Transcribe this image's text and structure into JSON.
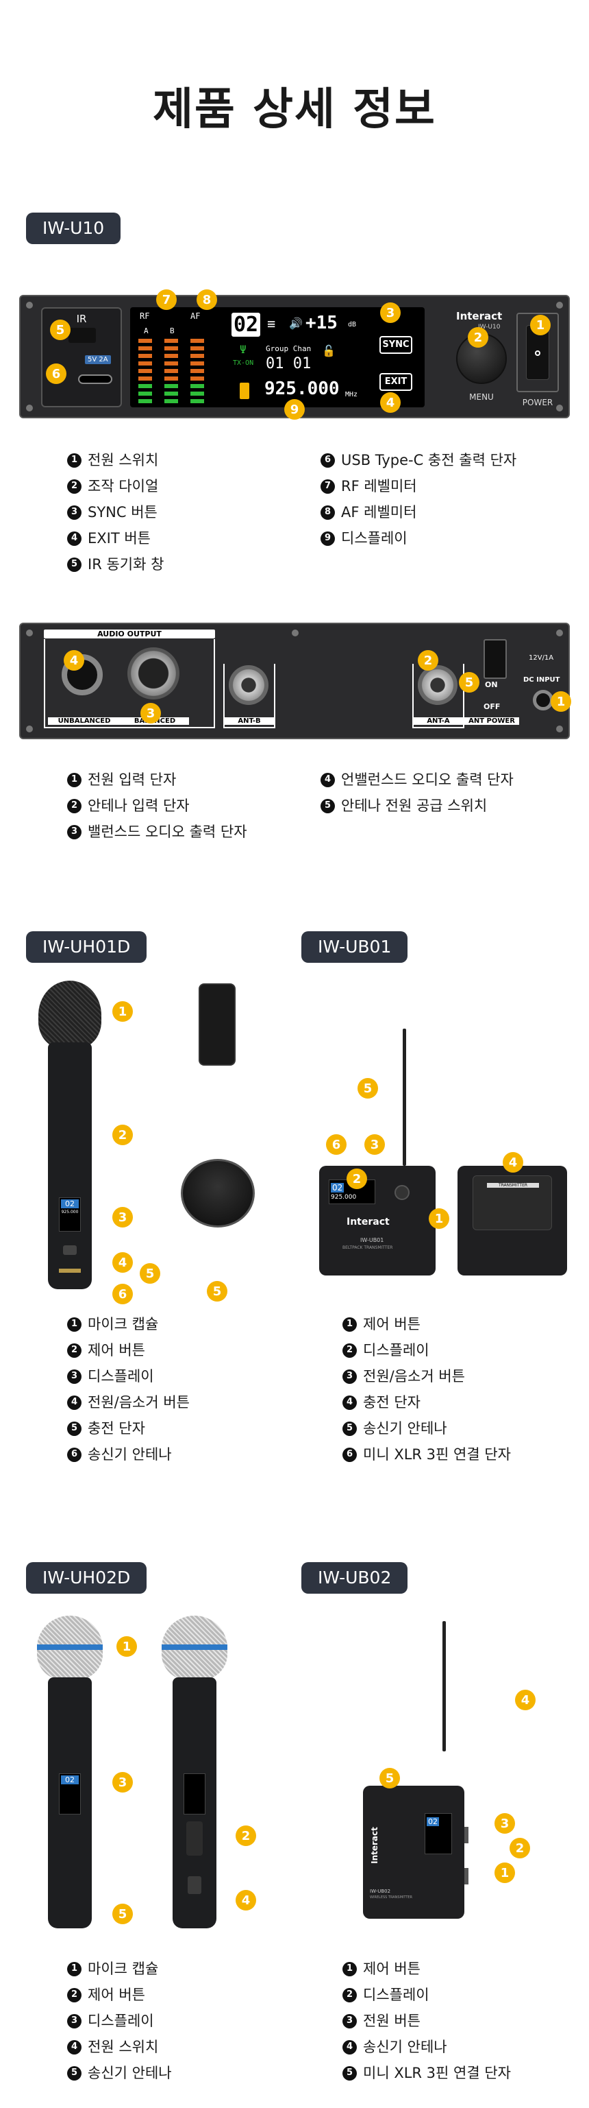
{
  "page_title": "제품 상세 정보",
  "models": {
    "u10": "IW-U10",
    "uh01d": "IW-UH01D",
    "ub01": "IW-UB01",
    "uh02d": "IW-UH02D",
    "ub02": "IW-UB02"
  },
  "front_panel": {
    "ir_label": "IR",
    "rf_label": "RF",
    "af_label": "AF",
    "ch_a": "A",
    "ch_b": "B",
    "channel": "02",
    "level": "+15",
    "level_unit": "dB",
    "group_chan": "Group Chan",
    "group_value": "01 01",
    "tx_on": "TX-ON",
    "frequency": "925.000",
    "freq_unit": "MHz",
    "sync_btn": "SYNC",
    "exit_btn": "EXIT",
    "brand": "Interact",
    "model_small": "IW-U10",
    "menu": "MENU",
    "power": "POWER",
    "usb_label": "5V 2A"
  },
  "front_legend": {
    "left": [
      "전원 스위치",
      "조작 다이얼",
      "SYNC 버튼",
      "EXIT 버튼",
      "IR 동기화 창"
    ],
    "right": [
      "USB Type-C 충전 출력 단자",
      "RF 레벨미터",
      "AF 레벨미터",
      "디스플레이"
    ]
  },
  "rear_panel": {
    "audio_output": "AUDIO OUTPUT",
    "unbalanced": "UNBALANCED",
    "balanced": "BALANCED",
    "ant_b": "ANT-B",
    "ant_a": "ANT-A",
    "ant_power": "ANT POWER",
    "on": "ON",
    "off": "OFF",
    "dc_rating": "12V/1A",
    "dc_input": "DC INPUT"
  },
  "rear_legend": {
    "left": [
      "전원 입력 단자",
      "안테나 입력 단자",
      "밸런스드 오디오 출력 단자"
    ],
    "right": [
      "언밸런스드 오디오 출력 단자",
      "안테나 전원 공급 스위치"
    ]
  },
  "uh01d_legend": [
    "마이크 캡슐",
    "제어 버튼",
    "디스플레이",
    "전원/음소거 버튼",
    "충전 단자",
    "송신기 안테나"
  ],
  "ub01_legend": [
    "제어 버튼",
    "디스플레이",
    "전원/음소거 버튼",
    "충전 단자",
    "송신기 안테나",
    "미니 XLR 3핀 연결 단자"
  ],
  "uh02d_legend": [
    "마이크 캡슐",
    "제어 버튼",
    "디스플레이",
    "전원 스위치",
    "송신기 안테나"
  ],
  "ub02_legend": [
    "제어 버튼",
    "디스플레이",
    "전원 버튼",
    "송신기 안테나",
    "미니 XLR 3핀 연결 단자"
  ],
  "ub01_device": {
    "brand": "Interact",
    "model": "IW-UB01",
    "sub": "BELTPACK TRANSMITTER",
    "display_ch": "02",
    "display_freq": "925.000",
    "back_label": "TRANSMITTER"
  },
  "ub02_device": {
    "brand": "Interact",
    "model": "IW-UB02",
    "sub": "WIRELESS TRANSMITTER",
    "display_ch": "02"
  },
  "mic_display": {
    "ch": "02",
    "freq": "925.000"
  },
  "marker_numbers": [
    "1",
    "2",
    "3",
    "4",
    "5",
    "6",
    "7",
    "8",
    "9"
  ],
  "colors": {
    "marker": "#f5b400",
    "badge": "#2e3440",
    "panel": "#2a2a2c",
    "accent_blue": "#2d79c7"
  }
}
